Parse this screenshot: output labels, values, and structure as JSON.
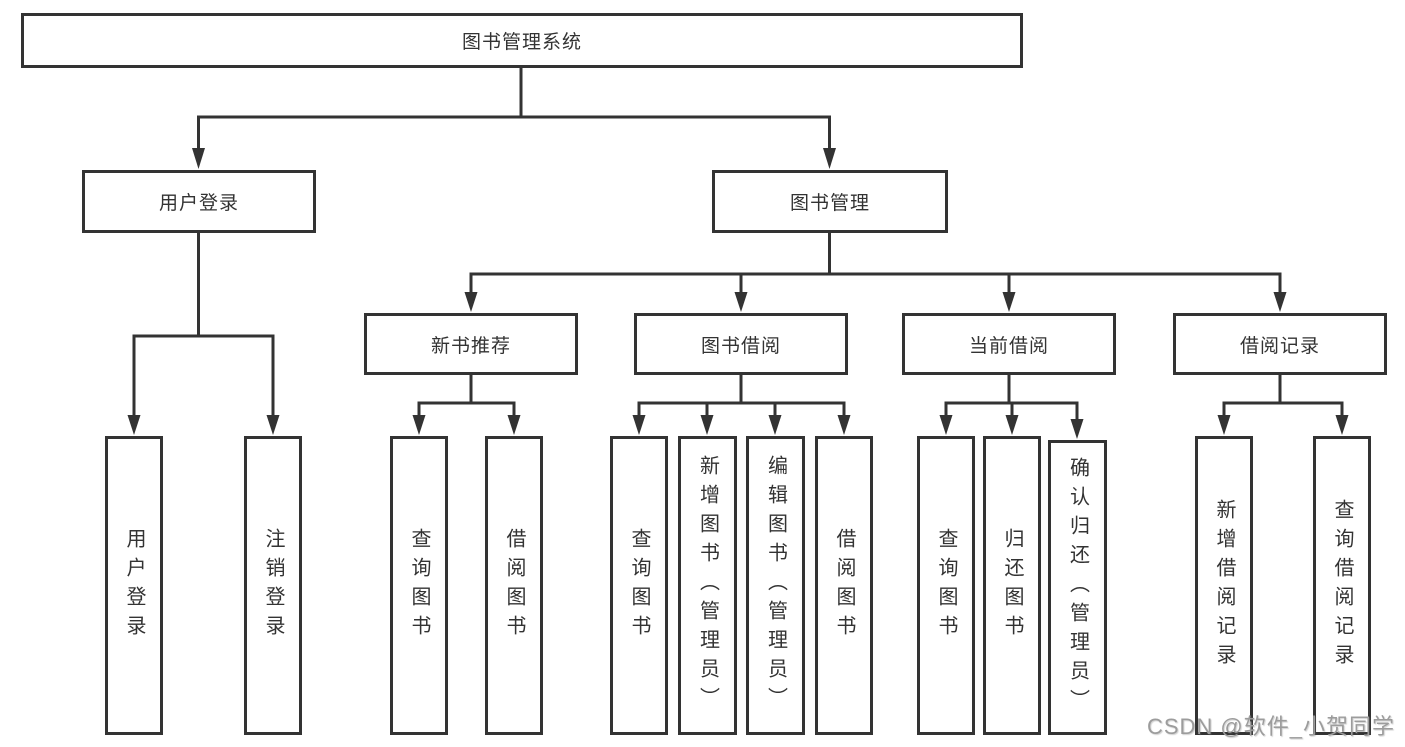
{
  "diagram": {
    "root": "图书管理系统",
    "branches": {
      "user": "用户登录",
      "book": "图书管理"
    },
    "modules": {
      "recommend": "新书推荐",
      "borrow": "图书借阅",
      "current": "当前借阅",
      "history": "借阅记录"
    },
    "leaves": {
      "user_login": "用户登录",
      "user_logout": "注销登录",
      "rec_query": "查询图书",
      "rec_borrow": "借阅图书",
      "bor_query": "查询图书",
      "bor_add": "新增图书（管理员）",
      "bor_edit": "编辑图书（管理员）",
      "bor_borrow": "借阅图书",
      "cur_query": "查询图书",
      "cur_return": "归还图书",
      "cur_confirm": "确认归还（管理员）",
      "his_add": "新增借阅记录",
      "his_query": "查询借阅记录"
    }
  },
  "watermark": "CSDN @软件_小贺同学",
  "colors": {
    "line": "#333333",
    "text": "#333333",
    "background": "#ffffff",
    "watermark": "#9c9c9c"
  }
}
